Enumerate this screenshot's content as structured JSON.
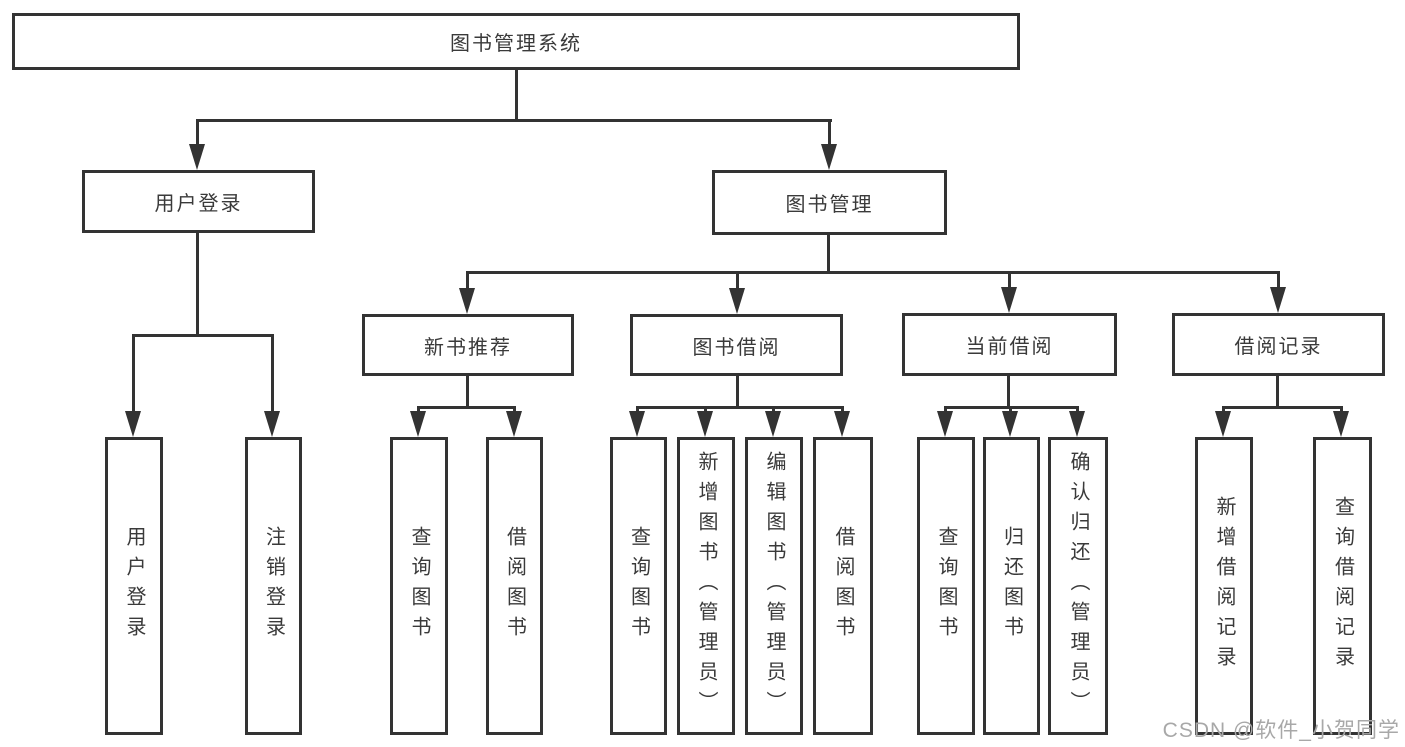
{
  "diagram_type": "hierarchy-tree",
  "colors": {
    "line": "#333333",
    "box_border": "#333333",
    "box_background": "#ffffff",
    "text": "#3a3a3a",
    "watermark": "#a8a8a8"
  },
  "tree": {
    "label": "图书管理系统",
    "children": [
      {
        "label": "用户登录",
        "children": [
          {
            "label": "用户登录"
          },
          {
            "label": "注销登录"
          }
        ]
      },
      {
        "label": "图书管理",
        "children": [
          {
            "label": "新书推荐",
            "children": [
              {
                "label": "查询图书"
              },
              {
                "label": "借阅图书"
              }
            ]
          },
          {
            "label": "图书借阅",
            "children": [
              {
                "label": "查询图书"
              },
              {
                "label": "新增图书（管理员）"
              },
              {
                "label": "编辑图书（管理员）"
              },
              {
                "label": "借阅图书"
              }
            ]
          },
          {
            "label": "当前借阅",
            "children": [
              {
                "label": "查询图书"
              },
              {
                "label": "归还图书"
              },
              {
                "label": "确认归还（管理员）"
              }
            ]
          },
          {
            "label": "借阅记录",
            "children": [
              {
                "label": "新增借阅记录"
              },
              {
                "label": "查询借阅记录"
              }
            ]
          }
        ]
      }
    ]
  },
  "watermark": {
    "text": "CSDN @软件_小贺同学"
  }
}
